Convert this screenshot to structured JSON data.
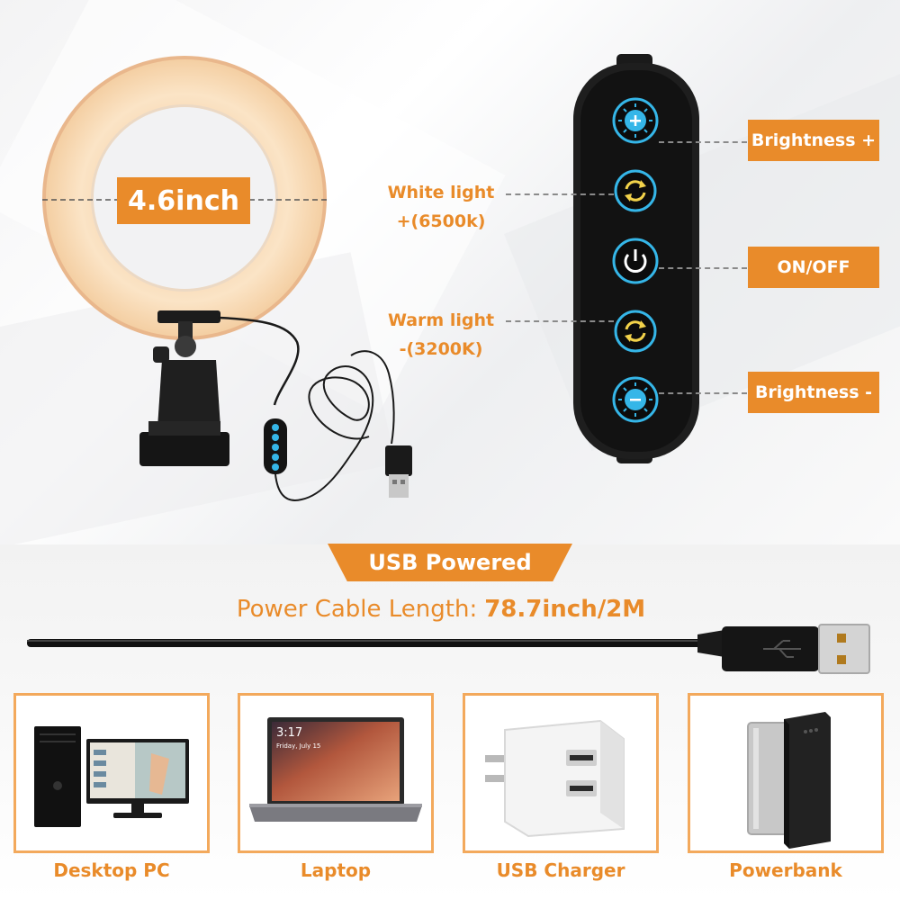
{
  "ring": {
    "size_label": "4.6inch"
  },
  "remote": {
    "left_callouts": {
      "white_line1": "White light",
      "white_line2": "+(6500k)",
      "warm_line1": "Warm light",
      "warm_line2": "-(3200K)"
    },
    "right_callouts": {
      "brightness_up": "Brightness +",
      "on_off": "ON/OFF",
      "brightness_down": "Brightness -"
    }
  },
  "usb": {
    "banner": "USB Powered",
    "cable_prefix": "Power Cable Length:",
    "cable_value": "78.7inch/2M"
  },
  "devices": [
    {
      "label": "Desktop PC"
    },
    {
      "label": "Laptop"
    },
    {
      "label": "USB Charger"
    },
    {
      "label": "Powerbank"
    }
  ],
  "laptop_screen": {
    "time": "3:17",
    "date": "Friday, July 15"
  },
  "colors": {
    "accent": "#e98b2a",
    "card_border": "#f3a95c",
    "button_blue": "#35b6e8"
  }
}
